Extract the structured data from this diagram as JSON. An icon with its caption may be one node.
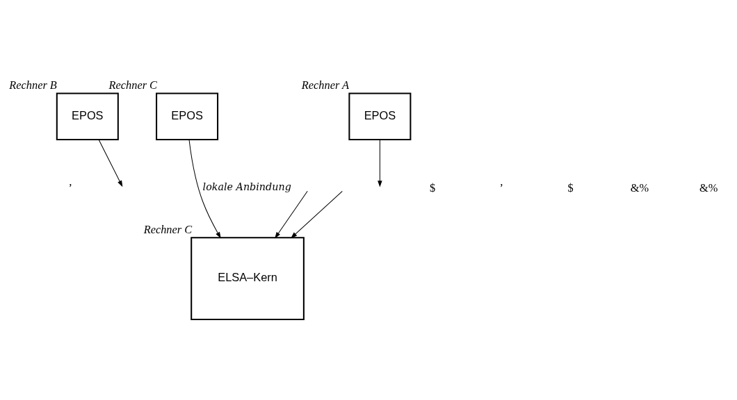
{
  "diagram": {
    "nodes": [
      {
        "text": [
          "EPOS"
        ],
        "beside": [
          "Rechner B"
        ]
      },
      {
        "text": [
          "EPOS"
        ],
        "beside": [
          "Rechner A"
        ]
      },
      {
        "text": [
          "EPOS"
        ],
        "beside": [
          "Rechner C"
        ]
      },
      {
        "text": [
          "ELSA–Kern"
        ],
        "beside": [
          "Rechner C"
        ]
      }
    ],
    "edges": [
      {
        "from": 1,
        "to": null,
        "arrow": "to"
      },
      {
        "from": 0,
        "to": null,
        "arrow": "to"
      },
      {
        "from": null,
        "to": 3,
        "arrow": "to"
      },
      {
        "from": null,
        "to": 3,
        "arrow": "to"
      },
      {
        "from": 2,
        "to": 3,
        "arrow": "to",
        "label": "lokale Anbindung"
      }
    ],
    "labels": [
      "’",
      "$",
      "’",
      "$",
      "&%",
      "&%"
    ]
  }
}
